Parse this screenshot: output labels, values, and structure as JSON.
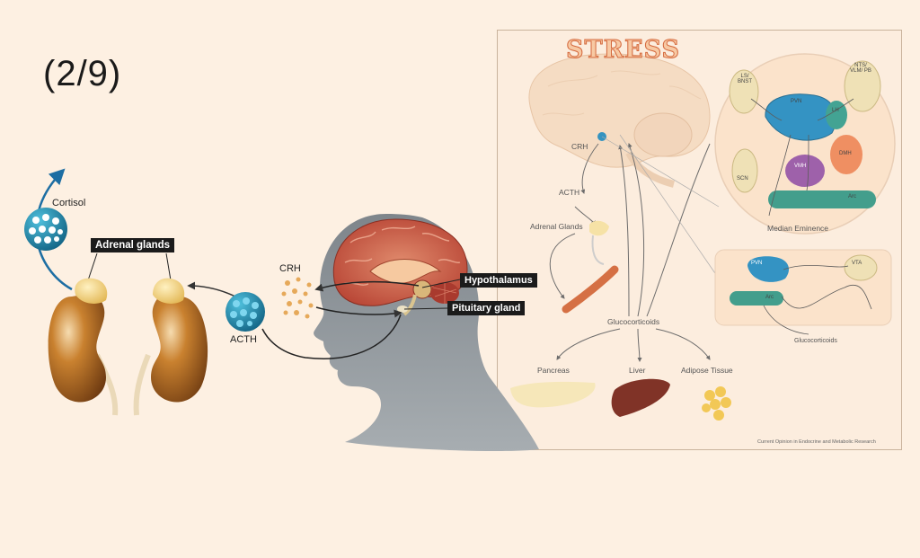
{
  "slide_counter": "(2/9)",
  "left_diagram": {
    "cortisol": "Cortisol",
    "adrenal_glands": "Adrenal glands",
    "crh": "CRH",
    "acth": "ACTH",
    "hypothalamus": "Hypothalamus",
    "pituitary_gland": "Pituitary gland"
  },
  "right_panel": {
    "title": "STRESS",
    "crh": "CRH",
    "acth": "ACTH",
    "adrenal_glands": "Adrenal Glands",
    "glucocorticoids": "Glucocorticoids",
    "pancreas": "Pancreas",
    "liver": "Liver",
    "adipose_tissue": "Adipose Tissue",
    "median_eminence": "Median Eminence",
    "glucocorticoids_right": "Glucocorticoids",
    "credit": "Current Opinion in Endocrine and Metabolic Research",
    "nuclei": {
      "ls_bnst": "LS/ BNST",
      "nts": "NTS/ VLM/ PB",
      "pvn": "PVN",
      "lh": "LH",
      "dmh": "DMH",
      "vmh": "VMH",
      "scn": "SCN",
      "arc": "Arc",
      "pvn2": "PVN",
      "vta": "VTA",
      "arc2": "Arc"
    }
  },
  "colors": {
    "background": "#fdf0e2",
    "kidney": "#b86b25",
    "adrenal": "#f3d27a",
    "hormone_blue": "#1f8fb0",
    "head": "#8b9196",
    "brain": "#c65a4a",
    "label_bg": "#1b1b1b",
    "arrow_blue": "#1d6ea3"
  }
}
